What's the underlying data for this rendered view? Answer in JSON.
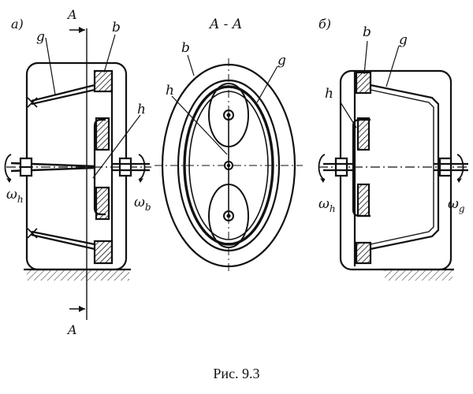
{
  "labels": {
    "view_a": "а)",
    "view_b": "б)",
    "section_title": "A - A",
    "section_mark": "A",
    "b": "b",
    "g": "g",
    "h": "h",
    "omega": "ω",
    "sub_h": "h",
    "sub_b": "b",
    "sub_g": "g"
  },
  "caption": "Рис. 9.3"
}
